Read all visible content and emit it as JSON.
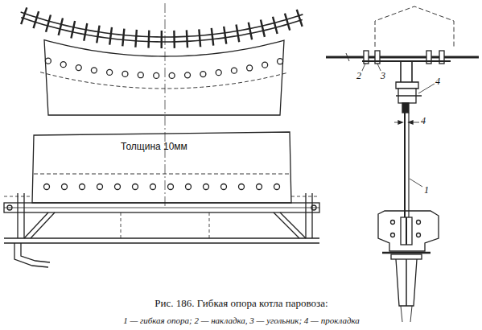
{
  "diagram": {
    "caption": "Рис. 186. Гибкая опора котла паровоза:",
    "labels": [
      "Толщина 10мм",
      "2",
      "3",
      "4",
      "4",
      "1",
      "1 — гибкая опора; 2 — накладка, 3 — угольник; 4 — прокладка"
    ]
  }
}
